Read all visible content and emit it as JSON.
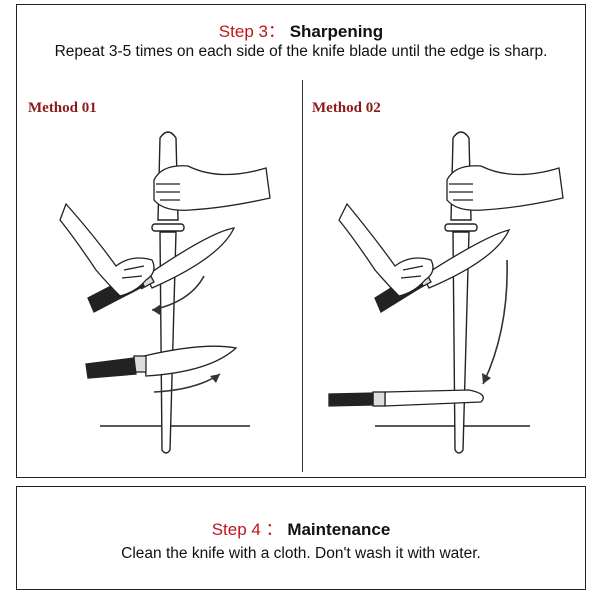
{
  "step3": {
    "label": "Step 3",
    "colon": "：",
    "title": "Sharpening",
    "description": "Repeat 3-5 times on each side of the knife blade until the edge is sharp."
  },
  "methods": [
    {
      "label": "Method 01"
    },
    {
      "label": "Method 02"
    }
  ],
  "step4": {
    "label": "Step 4",
    "colon": " ：",
    "title": "Maintenance",
    "description": "Clean the knife with a cloth. Don't wash it with water."
  },
  "colors": {
    "accent_red": "#c0141c",
    "method_red": "#8b1a1a",
    "line": "#222222"
  }
}
